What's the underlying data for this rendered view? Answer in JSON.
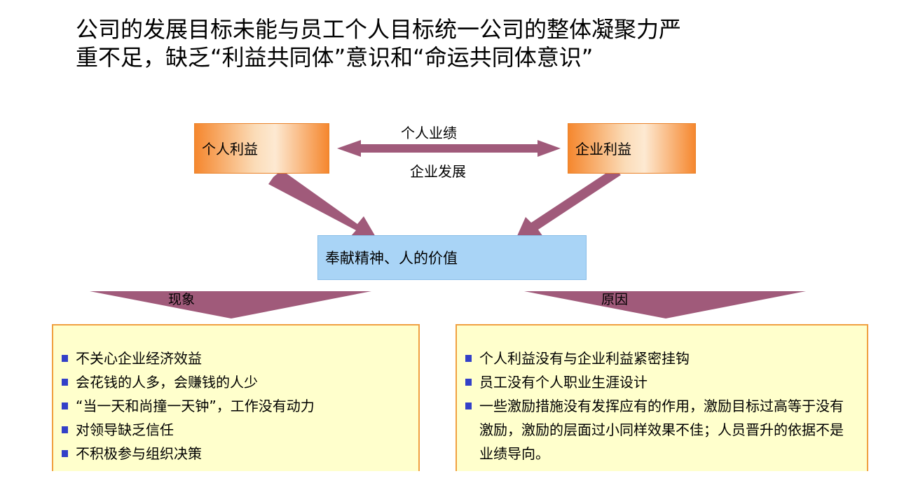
{
  "title": {
    "line1": "公司的发展目标未能与员工个人目标统一公司的整体凝聚力严",
    "line2": "重不足，缺乏“利益共同体”意识和“命运共同体意识”"
  },
  "diagram": {
    "left_box": "个人利益",
    "right_box": "企业利益",
    "arrow_top_label": "个人业绩",
    "arrow_bottom_label": "企业发展",
    "center_box": "奉献精神、人的价值",
    "left_funnel_label": "现象",
    "right_funnel_label": "原因",
    "colors": {
      "arrow": "#a05a7a",
      "orange_box": "#f5872e",
      "blue_box": "#a9d4f6",
      "panel_fill": "#ffffcc",
      "panel_border": "#f0a040",
      "bullet": "#3340c8"
    }
  },
  "left_panel": {
    "items": [
      "不关心企业经济效益",
      "会花钱的人多，会赚钱的人少",
      "“当一天和尚撞一天钟”，工作没有动力",
      "对领导缺乏信任",
      "不积极参与组织决策"
    ]
  },
  "right_panel": {
    "items": [
      "个人利益没有与企业利益紧密挂钩",
      "员工没有个人职业生涯设计",
      "一些激励措施没有发挥应有的作用，激励目标过高等于没有激励，激励的层面过小同样效果不佳；人员晋升的依据不是业绩导向。"
    ]
  }
}
